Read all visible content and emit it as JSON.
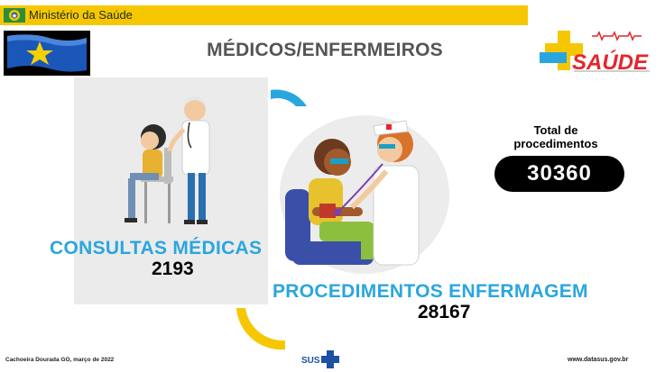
{
  "header": {
    "ministry": "Ministério da Saúde",
    "title": "MÉDICOS/ENFERMEIROS",
    "logo_text": "SAÚDE"
  },
  "consultas": {
    "label": "CONSULTAS MÉDICAS",
    "value": "2193"
  },
  "procedimentos": {
    "label": "PROCEDIMENTOS ENFERMAGEM",
    "value": "28167"
  },
  "total": {
    "label": "Total de procedimentos",
    "value": "30360"
  },
  "footer": {
    "location_date": "Cachoeira Dourada GO, março de 2022",
    "sus": "SUS",
    "url": "www.datasus.gov.br"
  },
  "colors": {
    "accent_blue": "#2aa6df",
    "header_yellow": "#f6c700",
    "logo_red": "#e5262b"
  },
  "icons": [
    "coat-of-arms-icon",
    "state-flag-icon",
    "doctor-patient-illustration",
    "nurse-patient-illustration",
    "sus-cross-icon"
  ]
}
